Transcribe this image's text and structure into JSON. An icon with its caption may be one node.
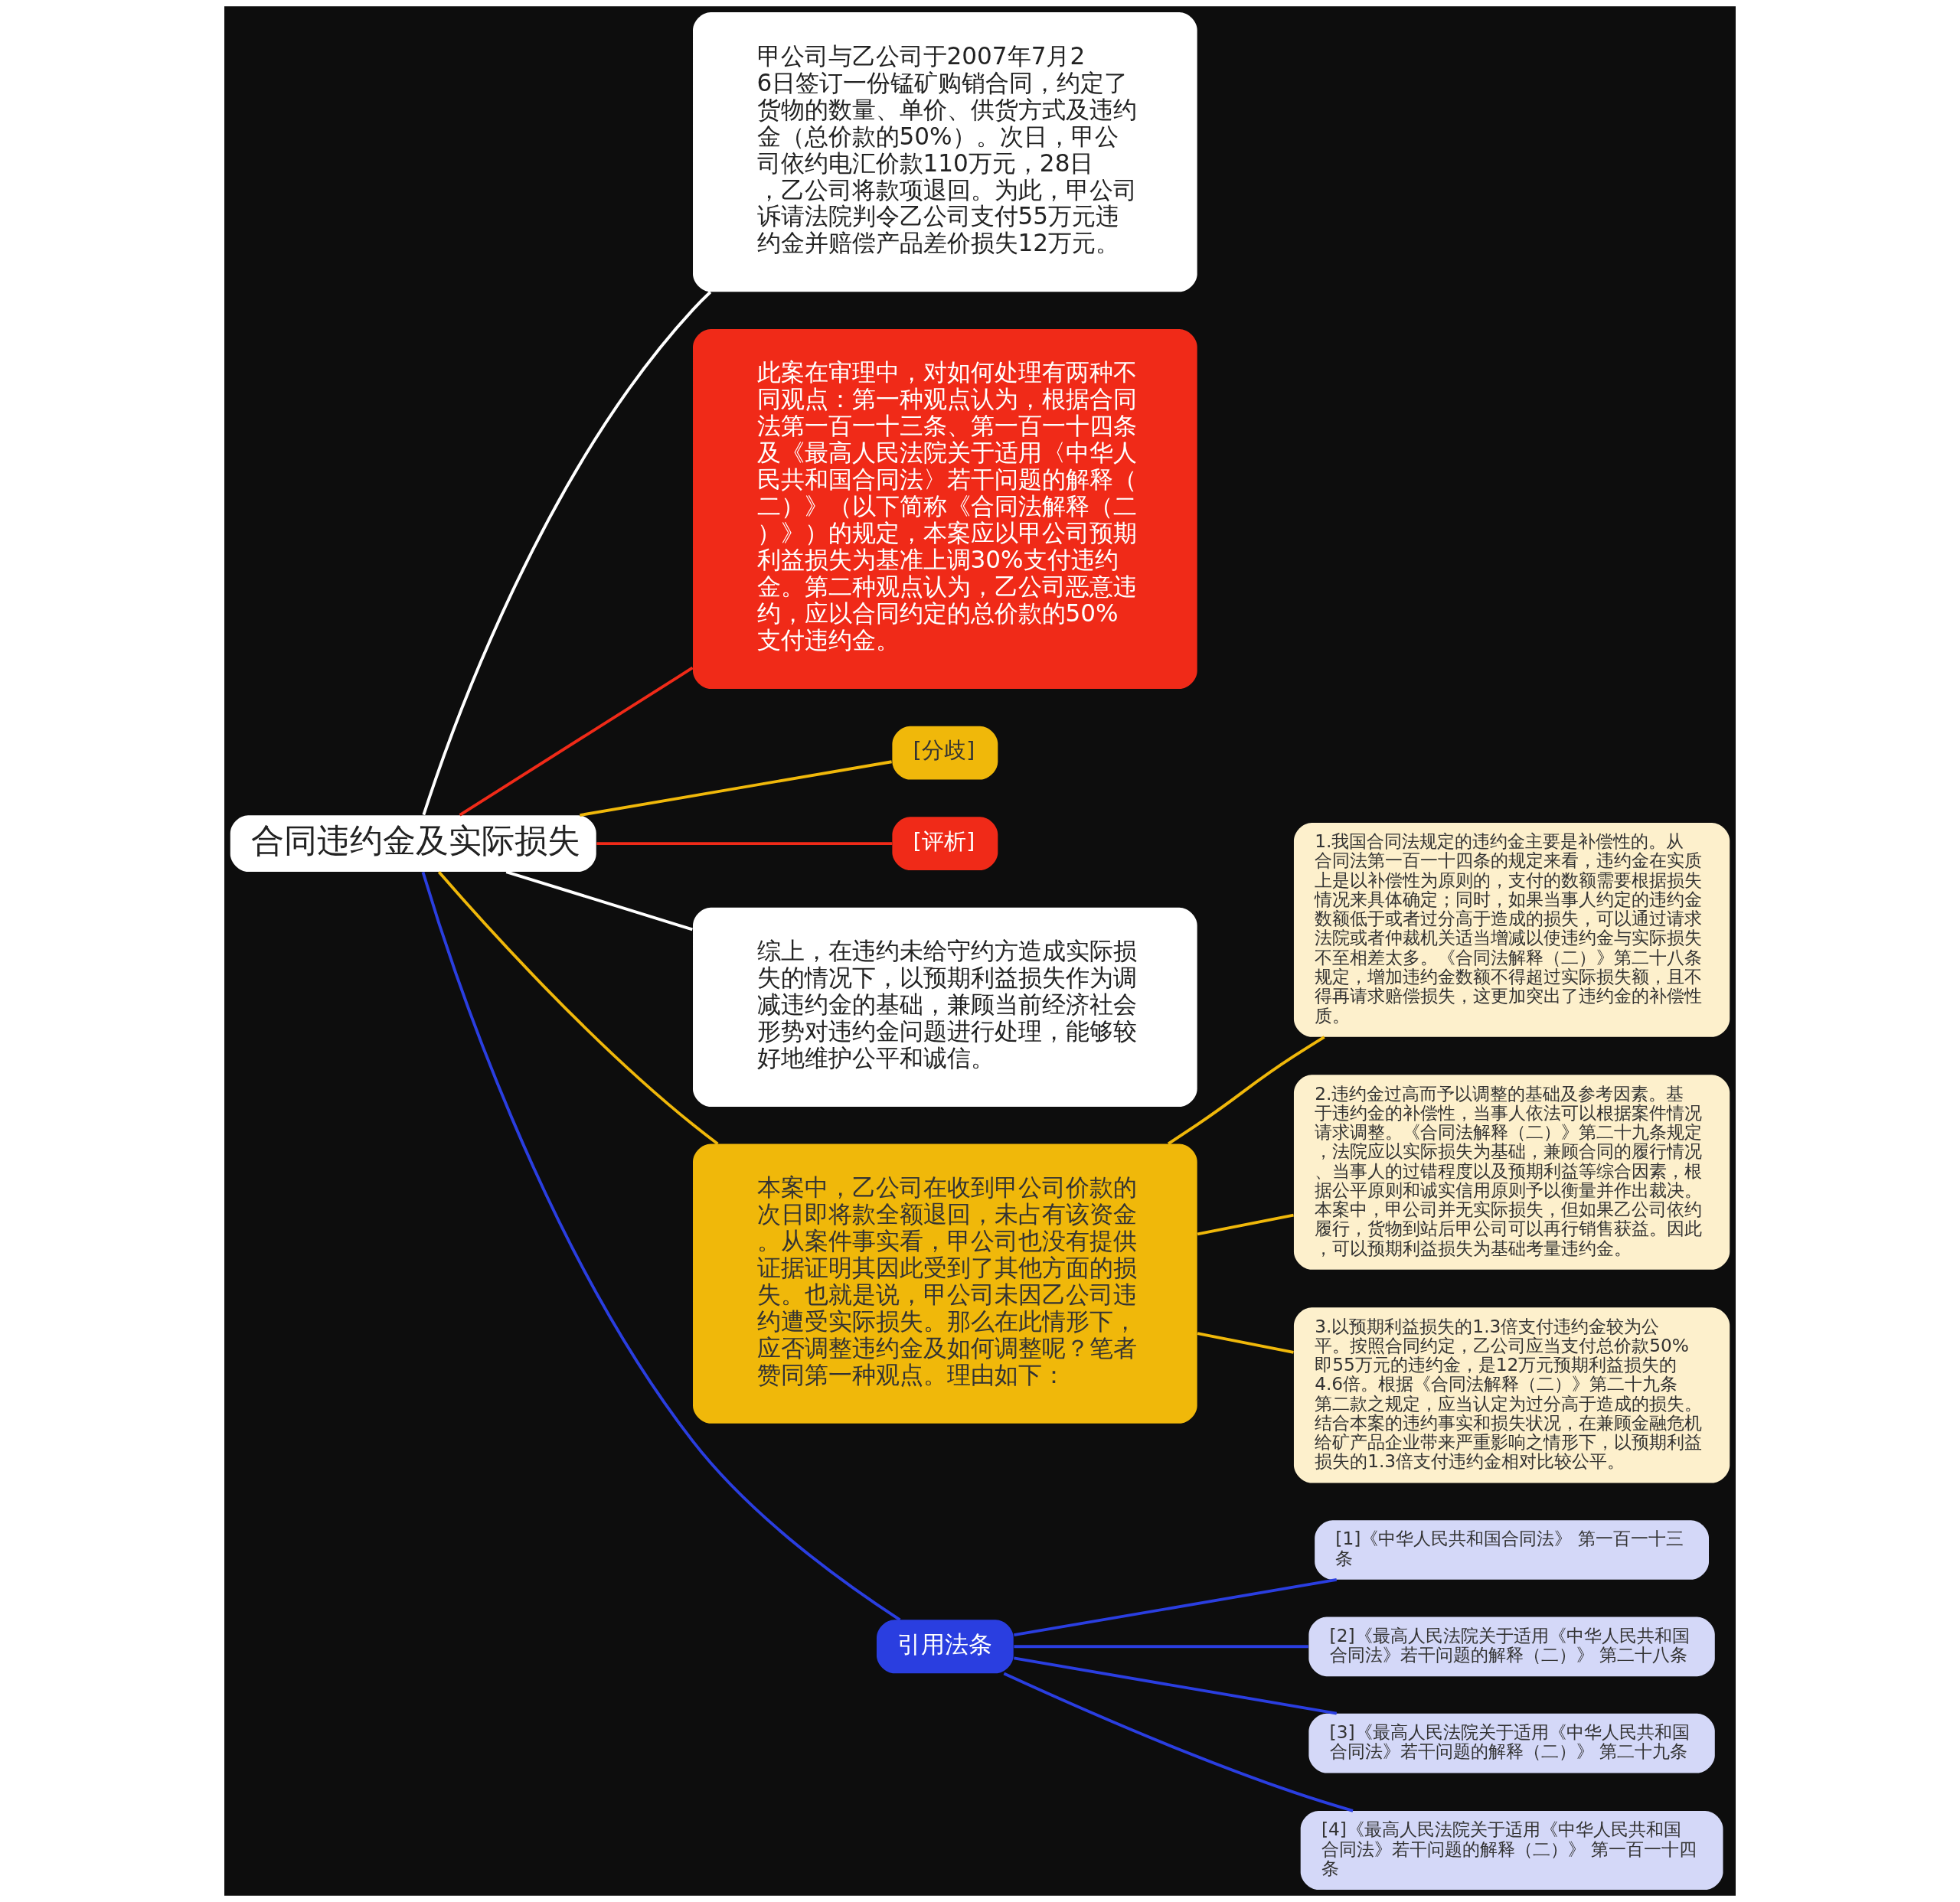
{
  "diagram": {
    "nodes": [
      {
        "text": [
          "合同违约金及实际损失"
        ]
      },
      {
        "text": [
          "甲公司与乙公司于2007年7月26日签订一份锰矿购销合同，约定了货物的数量、单价、供货方式及违约金（总价款的50%）。次日，甲公司依约电汇价款110万元，28日，乙公司将款项退回。为此，甲公司诉请法院判令乙公司支付55万元违约金并赔偿产品差价损失12万元。"
        ]
      },
      {
        "text": [
          "此案在审理中，对如何处理有两种不同观点：第一种观点认为，根据合同法第一百一十三条、第一百一十四条及《最高人民法院关于适用〈中华人民共和国合同法〉若干问题的解释（二）》（以下简称《合同法解释（二）》）的规定，本案应以甲公司预期利益损失为基准上调30%支付违约金。第二种观点认为，乙公司恶意违约，应以合同约定的总价款的50%支付违约金。"
        ]
      },
      {
        "text": [
          "[分歧]"
        ]
      },
      {
        "text": [
          "[评析]"
        ]
      },
      {
        "text": [
          "综上，在违约未给守约方造成实际损失的情况下，以预期利益损失作为调减违约金的基础，兼顾当前经济社会形势对违约金问题进行处理，能够较好地维护公平和诚信。"
        ]
      },
      {
        "text": [
          "本案中，乙公司在收到甲公司价款的次日即将款全额退回，未占有该资金。从案件事实看，甲公司也没有提供证据证明其因此受到了其他方面的损失。也就是说，甲公司未因乙公司违约遭受实际损失。那么在此情形下，应否调整违约金及如何调整呢？笔者赞同第一种观点。理由如下："
        ]
      },
      {
        "text": [
          "1.我国合同法规定的违约金主要是补偿性的。从合同法第一百一十四条的规定来看，违约金在实质上是以补偿性为原则的，支付的数额需要根据损失情况来具体确定；同时，如果当事人约定的违约金数额低于或者过分高于造成的损失，可以通过请求法院或者仲裁机关适当增减以使违约金与实际损失不至相差太多。《合同法解释（二）》第二十八条规定，增加违约金数额不得超过实际损失额，且不得再请求赔偿损失，这更加突出了违约金的补偿性质。"
        ]
      },
      {
        "text": [
          "2.违约金过高而予以调整的基础及参考因素。基于违约金的补偿性，当事人依法可以根据案件情况请求调整。《合同法解释（二）》第二十九条规定，法院应以实际损失为基础，兼顾合同的履行情况、当事人的过错程度以及预期利益等综合因素，根据公平原则和诚实信用原则予以衡量并作出裁决。本案中，甲公司并无实际损失，但如果乙公司依约履行，货物到站后甲公司可以再行销售获益。因此，可以预期利益损失为基础考量违约金。"
        ]
      },
      {
        "text": [
          "3.以预期利益损失的1.3倍支付违约金较为公平。按照合同约定，乙公司应当支付总价款50%即55万元的违约金，是12万元预期利益损失的4.6倍。根据《合同法解释（二）》第二十九条第二款之规定，应当认定为过分高于造成的损失。结合本案的违约事实和损失状况，在兼顾金融危机给矿产品企业带来严重影响之情形下，以预期利益损失的1.3倍支付违约金相对比较公平。"
        ]
      },
      {
        "text": [
          "引用法条"
        ]
      },
      {
        "text": [
          "[1]《中华人民共和国合同法》 第一百一十三条"
        ]
      },
      {
        "text": [
          "[2]《最高人民法院关于适用《中华人民共和国合同法》若干问题的解释（二）》 第二十八条"
        ]
      },
      {
        "text": [
          "[3]《最高人民法院关于适用《中华人民共和国合同法》若干问题的解释（二）》 第二十九条"
        ]
      },
      {
        "text": [
          "[4]《最高人民法院关于适用《中华人民共和国合同法》若干问题的解释（二）》 第一百一十四条"
        ]
      }
    ],
    "edges": [
      {
        "from": 0,
        "to": 1,
        "arrow": "none",
        "color": "#ffffff"
      },
      {
        "from": 0,
        "to": 2,
        "arrow": "none",
        "color": "#f02a18"
      },
      {
        "from": 0,
        "to": 3,
        "arrow": "none",
        "color": "#f0b80a"
      },
      {
        "from": 0,
        "to": 4,
        "arrow": "none",
        "color": "#f02a18"
      },
      {
        "from": 0,
        "to": 5,
        "arrow": "none",
        "color": "#ffffff"
      },
      {
        "from": 0,
        "to": 6,
        "arrow": "none",
        "color": "#f0b80a"
      },
      {
        "from": 6,
        "to": 7,
        "arrow": "none",
        "color": "#f0b80a"
      },
      {
        "from": 6,
        "to": 8,
        "arrow": "none",
        "color": "#f0b80a"
      },
      {
        "from": 6,
        "to": 9,
        "arrow": "none",
        "color": "#f0b80a"
      },
      {
        "from": 0,
        "to": 10,
        "arrow": "none",
        "color": "#2a3ee0"
      },
      {
        "from": 10,
        "to": 11,
        "arrow": "none",
        "color": "#2a3ee0"
      },
      {
        "from": 10,
        "to": 12,
        "arrow": "none",
        "color": "#2a3ee0"
      },
      {
        "from": 10,
        "to": 13,
        "arrow": "none",
        "color": "#2a3ee0"
      },
      {
        "from": 10,
        "to": 14,
        "arrow": "none",
        "color": "#2a3ee0"
      }
    ]
  }
}
